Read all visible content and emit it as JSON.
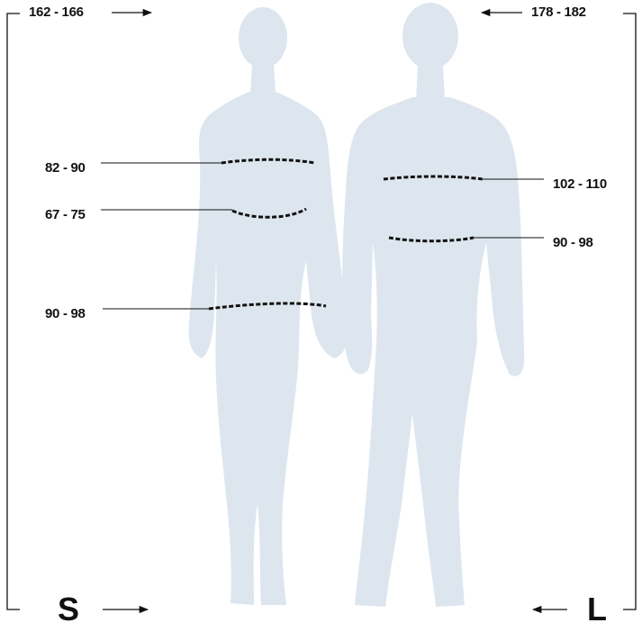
{
  "colors": {
    "silhouette": "#dde6ee",
    "ink": "#111111",
    "background": "#ffffff"
  },
  "heights": {
    "female": "162 - 166",
    "male": "178 - 182"
  },
  "female_measurements": {
    "bust": "82 - 90",
    "waist": "67 - 75",
    "hips": "90 - 98"
  },
  "male_measurements": {
    "chest": "102 - 110",
    "waist": "90 - 98"
  },
  "sizes": {
    "female": "S",
    "male": "L"
  }
}
